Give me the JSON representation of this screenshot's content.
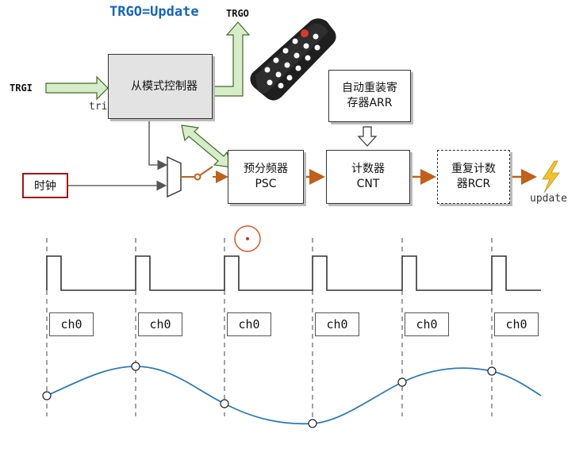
{
  "diagram": {
    "title": "TRGO=Update",
    "trgi_label": "TRGI",
    "trgo_label": "TRGO",
    "trigger_label": "trigger",
    "update_label": "update",
    "slave_controller": "从模式控制器",
    "clock": "时钟",
    "prescaler": [
      "预分频器",
      "PSC"
    ],
    "counter": [
      "计数器",
      "CNT"
    ],
    "auto_reload": [
      "自动重装寄",
      "存器ARR"
    ],
    "repetition_counter": [
      "重复计数",
      "器RCR"
    ],
    "colors": {
      "title": "#1565c0",
      "arrow_green_fill": "#d7ecc9",
      "arrow_green_stroke": "#3f6b2a",
      "signal_orange": "#c0601a",
      "clock_border": "#a31515",
      "sine": "#2b7bb9",
      "cursor_ring": "#e05a2a",
      "lightning": "#f2c12e"
    }
  },
  "timing": {
    "channel_labels": [
      "ch0",
      "ch0",
      "ch0",
      "ch0",
      "ch0",
      "ch0"
    ]
  }
}
